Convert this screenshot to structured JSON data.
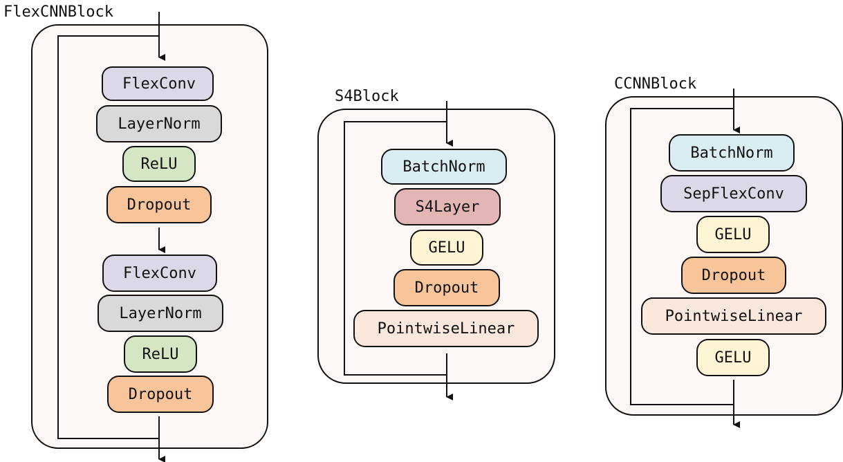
{
  "colors": {
    "container_fill": "#fdf8f6",
    "stroke": "#111111",
    "FlexConv": "#dcd8e8",
    "SepFlexConv": "#dcd8e8",
    "LayerNorm": "#d9d9d9",
    "ReLU": "#d5e6c5",
    "Dropout": "#f8c59a",
    "BatchNorm": "#d9edf3",
    "S4Layer": "#e3b6b5",
    "GELU": "#fff4d3",
    "PointwiseLinear": "#fbe8dc"
  },
  "blocks": [
    {
      "title": "FlexCNNBlock",
      "layers": [
        "FlexConv",
        "LayerNorm",
        "ReLU",
        "Dropout",
        "FlexConv",
        "LayerNorm",
        "ReLU",
        "Dropout"
      ]
    },
    {
      "title": "S4Block",
      "layers": [
        "BatchNorm",
        "S4Layer",
        "GELU",
        "Dropout",
        "PointwiseLinear"
      ]
    },
    {
      "title": "CCNNBlock",
      "layers": [
        "BatchNorm",
        "SepFlexConv",
        "GELU",
        "Dropout",
        "PointwiseLinear",
        "GELU"
      ]
    }
  ]
}
